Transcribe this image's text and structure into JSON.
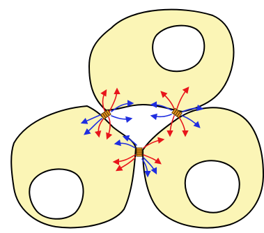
{
  "diagram": {
    "colors": {
      "cell_fill": "#fbf5b6",
      "cell_stroke": "#000000",
      "nucleus_fill": "#ffffff",
      "junction_fill": "#f29a1d",
      "junction_stroke": "#5a3a0a",
      "arrow_red": "#e8151b",
      "arrow_blue": "#1f2ee0"
    },
    "cells": [
      {
        "name": "top-cell"
      },
      {
        "name": "bottom-left-cell"
      },
      {
        "name": "bottom-right-cell"
      }
    ],
    "junctions": [
      {
        "name": "junction-top-left"
      },
      {
        "name": "junction-top-right"
      },
      {
        "name": "junction-center"
      }
    ]
  }
}
